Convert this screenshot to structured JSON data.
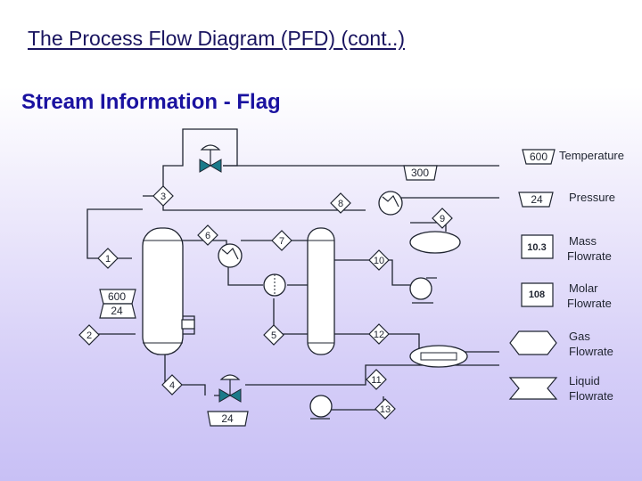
{
  "header": {
    "title": "The Process Flow Diagram (PFD) (cont..)",
    "subtitle": "Stream Information - Flag"
  },
  "diagram": {
    "line_color": "#1f2430",
    "equipment_fill": "#ffffff",
    "streams": [
      "1",
      "2",
      "3",
      "4",
      "5",
      "6",
      "7",
      "8",
      "9",
      "10",
      "11",
      "12",
      "13"
    ],
    "flag_values": {
      "top_300": "300",
      "left_600": "600",
      "left_24": "24",
      "bottom_24": "24"
    }
  },
  "legend": {
    "items": [
      {
        "symbol_value": "600",
        "label": "Temperature"
      },
      {
        "symbol_value": "24",
        "label": "Pressure"
      },
      {
        "symbol_value": "10.3",
        "label": "Mass\nFlowrate"
      },
      {
        "symbol_value": "108",
        "label": "Molar\nFlowrate"
      },
      {
        "symbol_value": "",
        "label": "Gas\nFlowrate"
      },
      {
        "symbol_value": "",
        "label": "Liquid\nFlowrate"
      }
    ]
  }
}
